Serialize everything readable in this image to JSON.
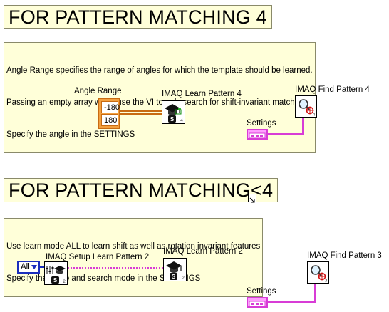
{
  "section1": {
    "title": "FOR PATTERN MATCHING 4",
    "note_lines": [
      "Angle Range specifies the range of angles for which the template should be learned.",
      "Passing an empty array will cause the VI to only search for shift-invariant matches.",
      "Specify the angle in the SETTINGS"
    ],
    "angle_range_label": "Angle Range",
    "angle_range_values": [
      "-180",
      "180"
    ],
    "learn_vi_label": "IMAQ Learn Pattern 4",
    "learn_vi_badge": "4",
    "find_vi_label": "IMAQ Find Pattern 4",
    "find_vi_badge": "4",
    "settings_label": "Settings"
  },
  "section2": {
    "title": "FOR PATTERN MATCHING<4",
    "note_lines": [
      "Use learn mode ALL to learn shift as well as rotation invariant features",
      "Specify the angle and search mode in the SETTINGS"
    ],
    "mode_value": "All",
    "setup_vi_label": "IMAQ Setup Learn Pattern 2",
    "setup_vi_badge": "2",
    "learn_vi_label": "IMAQ Learn Pattern 2",
    "learn_vi_badge": "2",
    "find_vi_label": "IMAQ Find Pattern 3",
    "find_vi_badge": "3",
    "settings_label": "Settings"
  },
  "colors": {
    "comment_bg": "#ffffd9",
    "wire_numeric": "#c86b12",
    "wire_cluster": "#d83cd6",
    "enum_border": "#1a2dbd"
  },
  "icons": [
    "graduation-cap-icon",
    "magnifier-icon",
    "sliders-icon",
    "enum-dropdown-icon",
    "resize-handle-icon"
  ]
}
